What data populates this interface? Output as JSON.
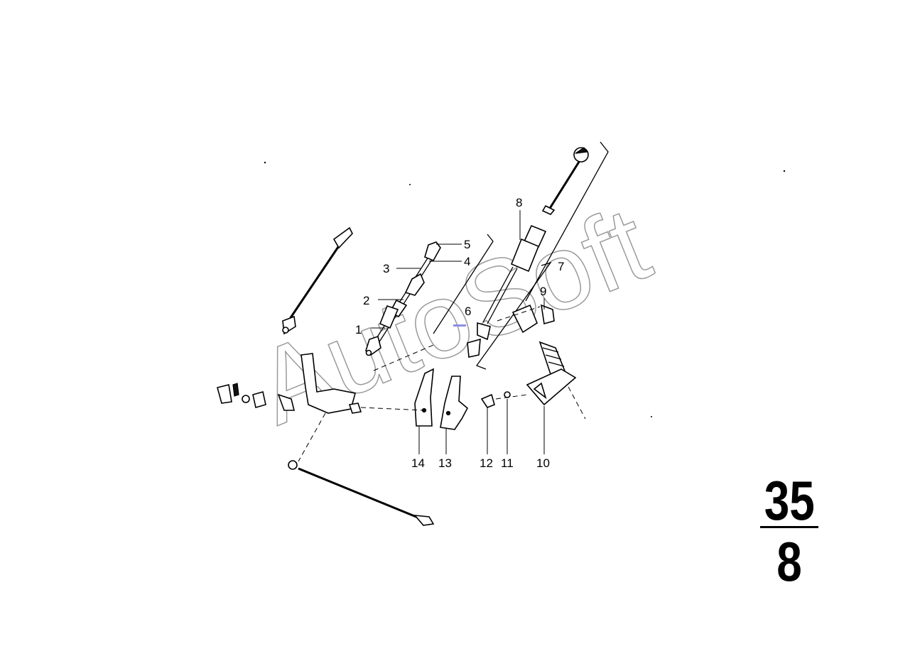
{
  "watermark": {
    "text": "AutoSoft"
  },
  "callouts": [
    {
      "id": "1",
      "label": "1"
    },
    {
      "id": "2",
      "label": "2"
    },
    {
      "id": "3",
      "label": "3"
    },
    {
      "id": "4",
      "label": "4"
    },
    {
      "id": "5",
      "label": "5"
    },
    {
      "id": "6",
      "label": "6"
    },
    {
      "id": "7",
      "label": "7"
    },
    {
      "id": "8",
      "label": "8"
    },
    {
      "id": "9",
      "label": "9"
    },
    {
      "id": "10",
      "label": "10"
    },
    {
      "id": "11",
      "label": "11"
    },
    {
      "id": "12",
      "label": "12"
    },
    {
      "id": "13",
      "label": "13"
    },
    {
      "id": "14",
      "label": "14"
    }
  ],
  "page_number": {
    "top": "35",
    "bottom": "8"
  }
}
